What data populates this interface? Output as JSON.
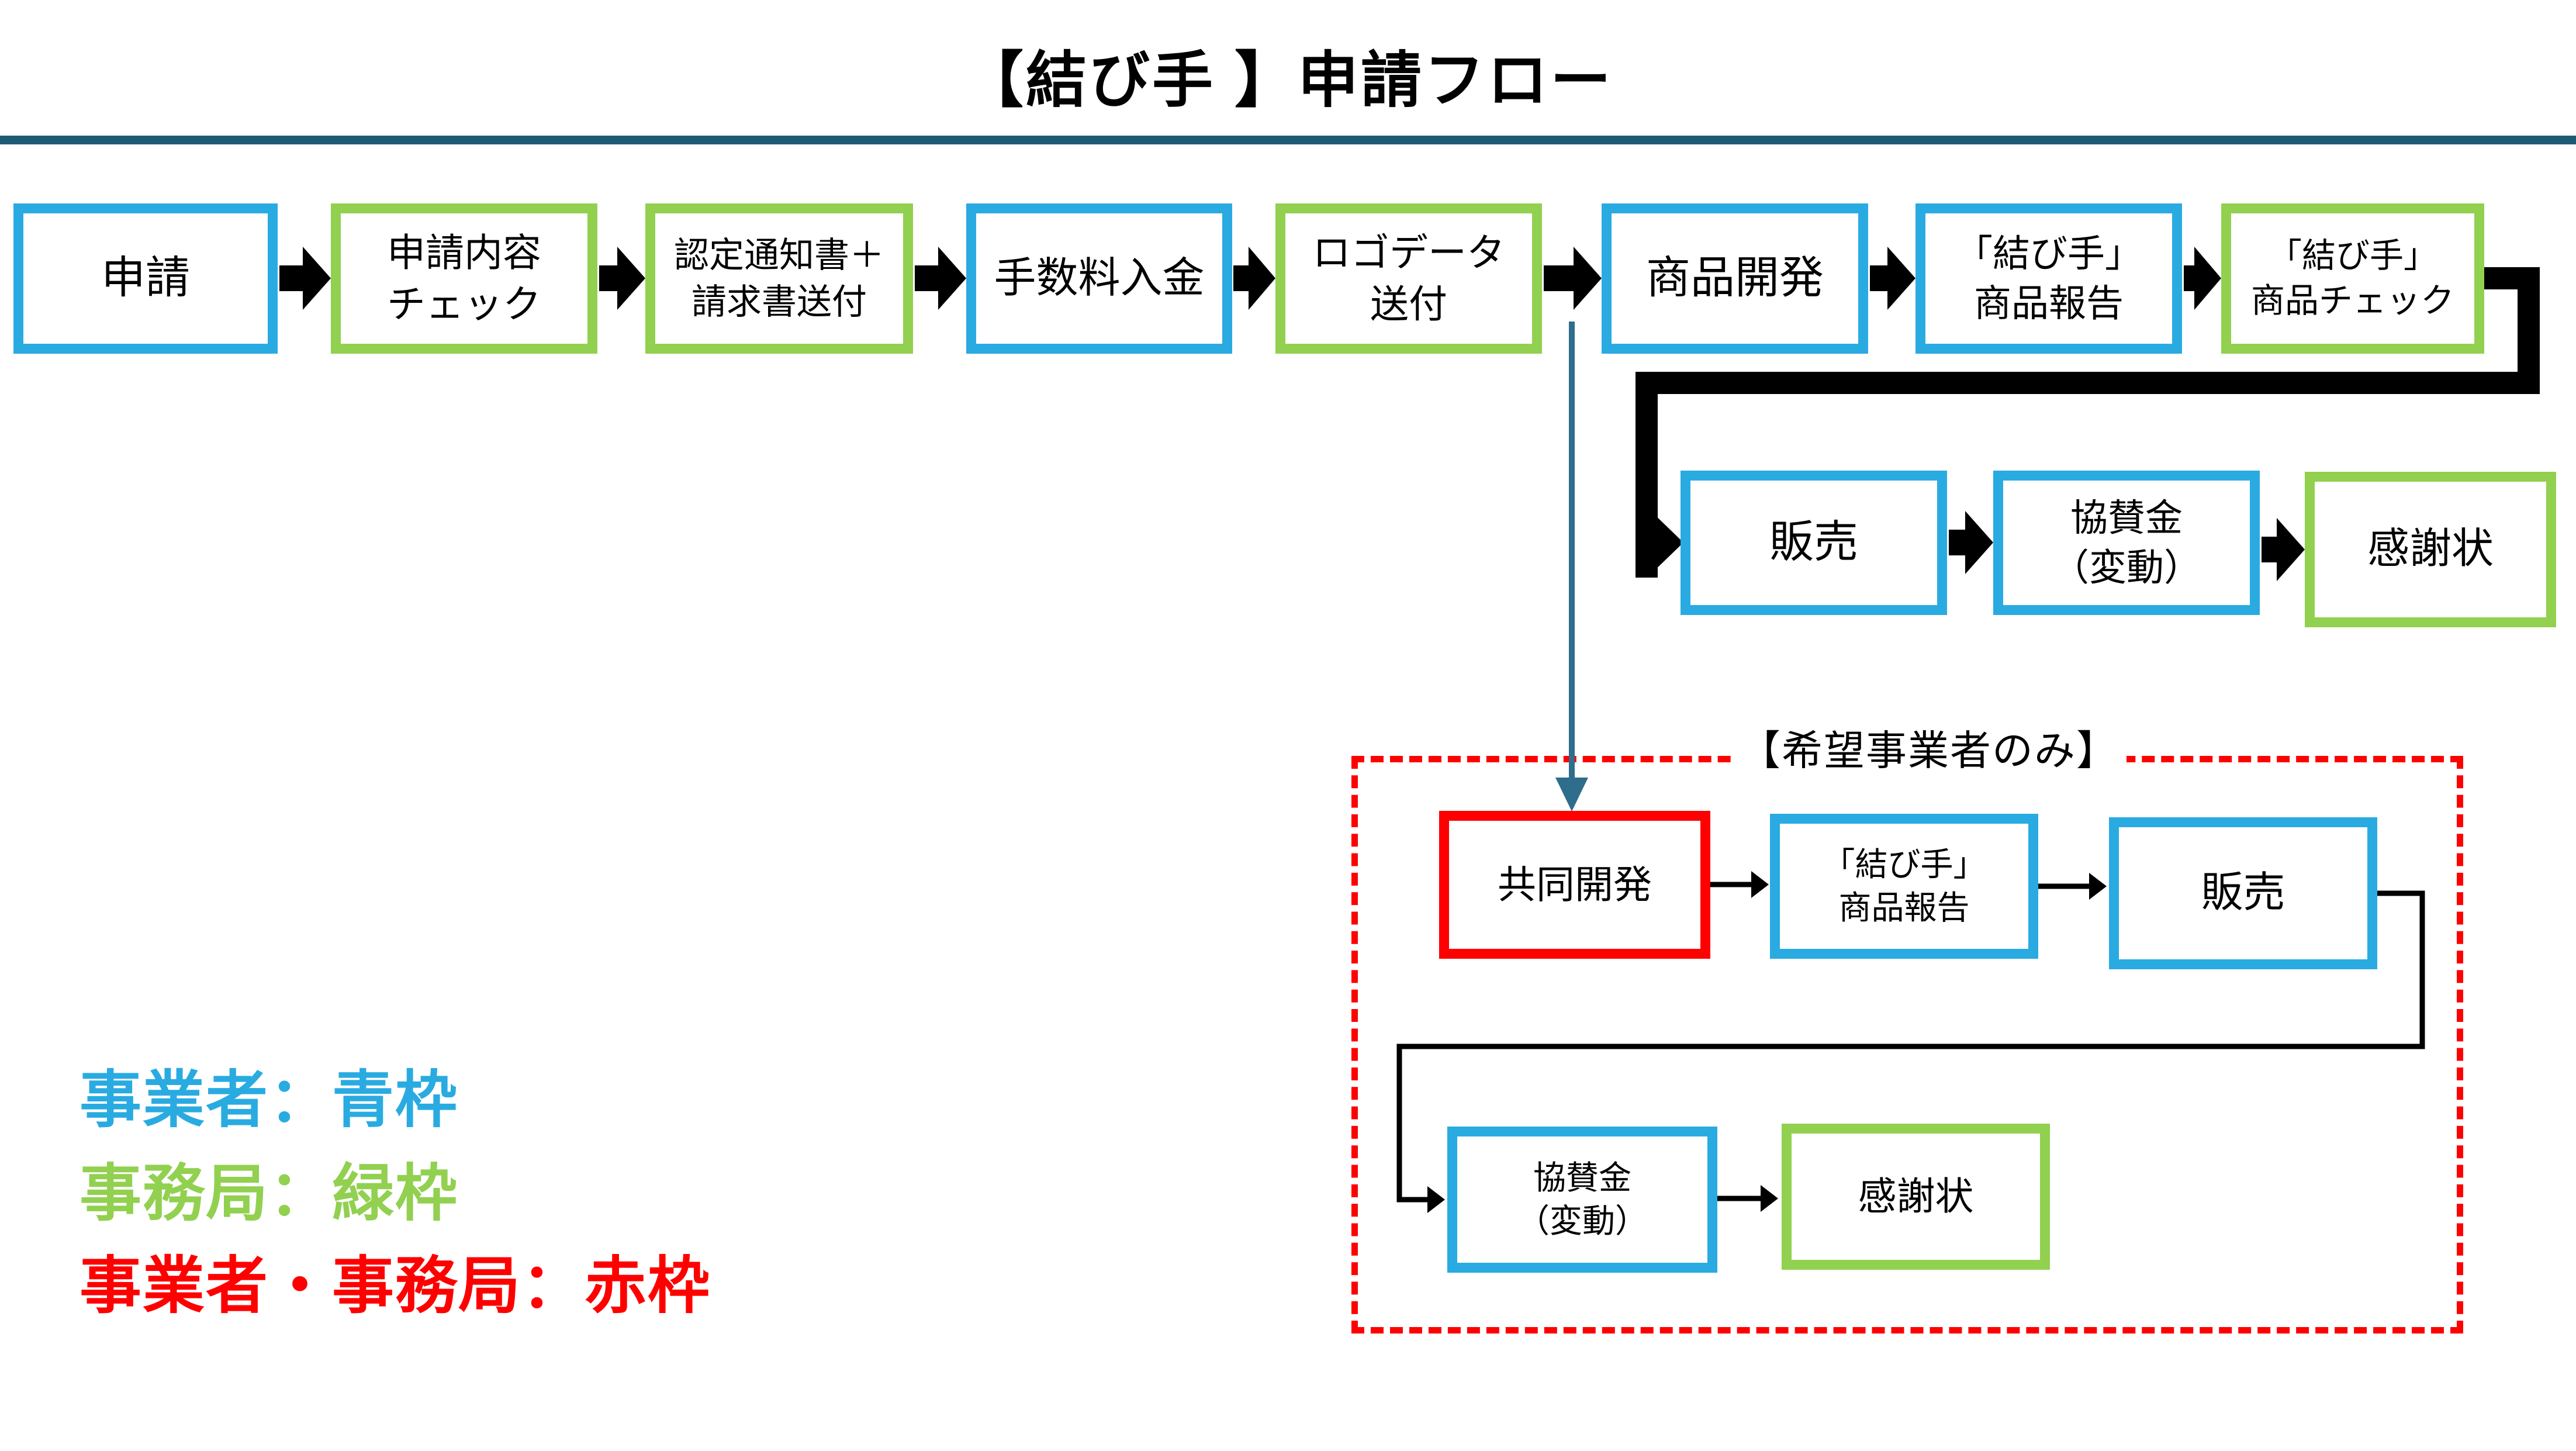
{
  "title": "【結び手 】申請フロー",
  "colors": {
    "blue": "#29ABE2",
    "green": "#92D050",
    "red": "#FF0000",
    "teal": "#2F6D8C",
    "rule": "#1E5B73",
    "black": "#000000"
  },
  "flow": {
    "row1": [
      {
        "label": "申請",
        "frame": "blue"
      },
      {
        "label": "申請内容\nチェック",
        "frame": "green"
      },
      {
        "label": "認定通知書＋\n請求書送付",
        "frame": "green"
      },
      {
        "label": "手数料入金",
        "frame": "blue"
      },
      {
        "label": "ロゴデータ\n送付",
        "frame": "green"
      },
      {
        "label": "商品開発",
        "frame": "blue"
      },
      {
        "label": "「結び手」\n商品報告",
        "frame": "blue"
      },
      {
        "label": "「結び手」\n商品チェック",
        "frame": "green"
      }
    ],
    "row2": [
      {
        "label": "販売",
        "frame": "blue"
      },
      {
        "label": "協賛金\n（変動）",
        "frame": "blue"
      },
      {
        "label": "感謝状",
        "frame": "green"
      }
    ]
  },
  "optional": {
    "label": "【希望事業者のみ】",
    "row1": [
      {
        "label": "共同開発",
        "frame": "red"
      },
      {
        "label": "「結び手」\n商品報告",
        "frame": "blue"
      },
      {
        "label": "販売",
        "frame": "blue"
      }
    ],
    "row2": [
      {
        "label": "協賛金\n（変動）",
        "frame": "blue"
      },
      {
        "label": "感謝状",
        "frame": "green"
      }
    ]
  },
  "legend": [
    {
      "label": "事業者：青枠",
      "color": "blue"
    },
    {
      "label": "事務局：緑枠",
      "color": "green"
    },
    {
      "label": "事業者・事務局：赤枠",
      "color": "red"
    }
  ]
}
